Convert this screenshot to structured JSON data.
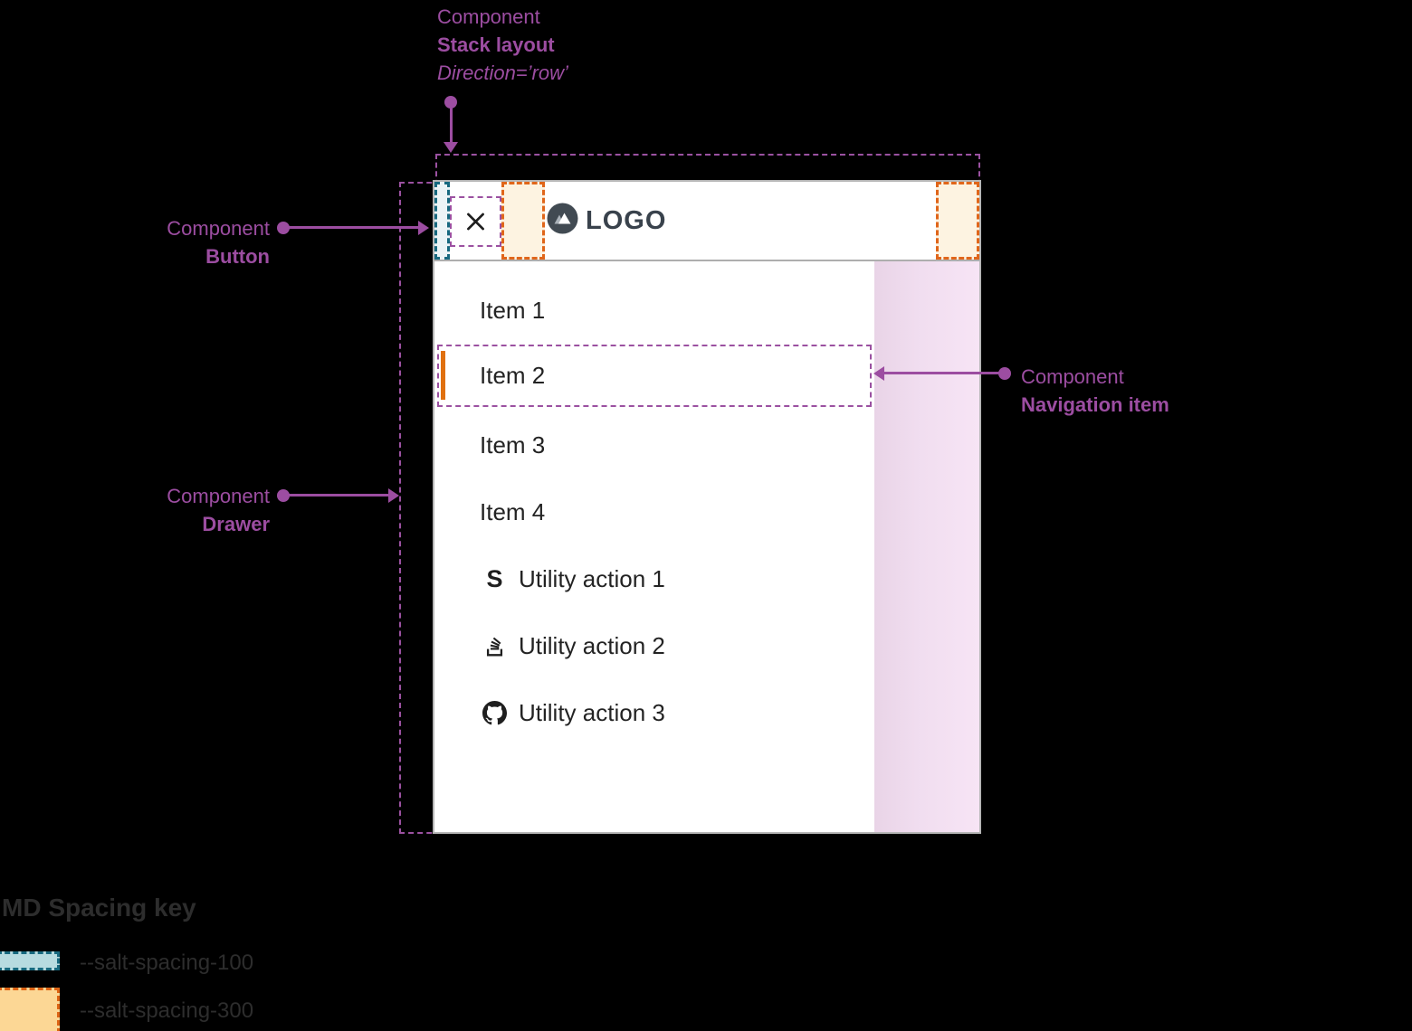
{
  "annotations": {
    "stack_layout": {
      "line1": "Component",
      "line2": "Stack layout",
      "line3": "Direction=’row’"
    },
    "button": {
      "line1": "Component",
      "line2": "Button"
    },
    "drawer": {
      "line1": "Component",
      "line2": "Drawer"
    },
    "navigation_item": {
      "line1": "Component",
      "line2": "Navigation item"
    }
  },
  "app": {
    "logo_text": "LOGO",
    "nav_items": [
      {
        "label": "Item 1",
        "active": false
      },
      {
        "label": "Item 2",
        "active": true
      },
      {
        "label": "Item 3",
        "active": false
      },
      {
        "label": "Item 4",
        "active": false
      }
    ],
    "utility_actions": [
      {
        "icon": "salt-s-icon",
        "glyph": "S",
        "label": "Utility action 1"
      },
      {
        "icon": "stackoverflow-icon",
        "label": "Utility action 2"
      },
      {
        "icon": "github-icon",
        "label": "Utility action 3"
      }
    ]
  },
  "legend": {
    "title": "MD Spacing key",
    "items": [
      {
        "token": "--salt-spacing-100",
        "fill": "#b7dbe0",
        "border": "#17697f"
      },
      {
        "token": "--salt-spacing-300",
        "fill": "#fcd795",
        "border": "#dd6414"
      }
    ]
  },
  "colors": {
    "annotation_purple": "#9c4da1",
    "outline_purple": "#9b51a1",
    "spacing_100_teal": "#17697f",
    "spacing_300_orange": "#e0661a",
    "active_indicator_orange": "#e0700f",
    "logo_dark": "#39424c",
    "backdrop_pink": "#f1def0"
  }
}
